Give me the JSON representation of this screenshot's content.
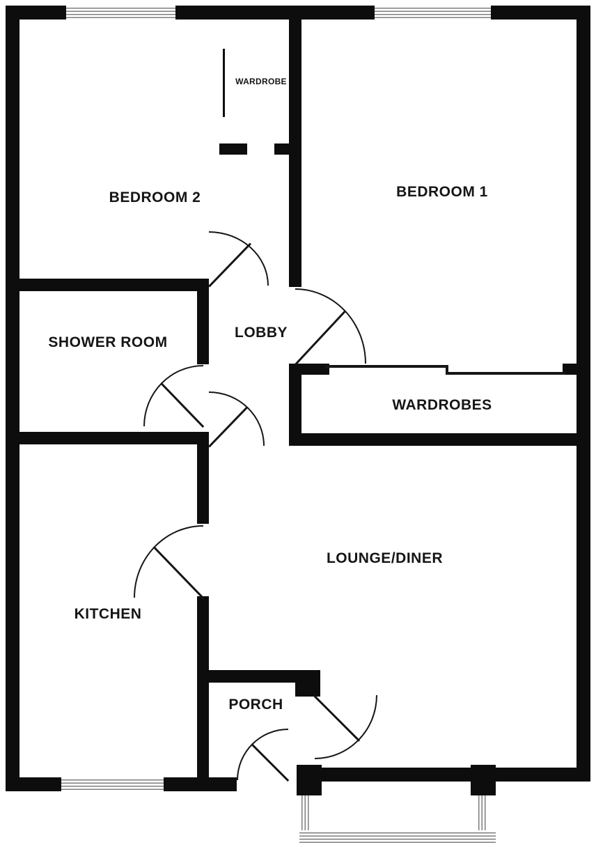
{
  "floorplan": {
    "rooms": {
      "bedroom2": {
        "label": "BEDROOM 2"
      },
      "bedroom1": {
        "label": "BEDROOM 1"
      },
      "wardrobe": {
        "label": "WARDROBE"
      },
      "lobby": {
        "label": "LOBBY"
      },
      "shower_room": {
        "label": "SHOWER ROOM"
      },
      "wardrobes": {
        "label": "WARDROBES"
      },
      "kitchen": {
        "label": "KITCHEN"
      },
      "lounge_diner": {
        "label": "LOUNGE/DINER"
      },
      "porch": {
        "label": "PORCH"
      }
    },
    "colors": {
      "wall": "#0d0d0d",
      "background": "#ffffff",
      "window-line": "#7d7d7d",
      "text": "#151515"
    }
  }
}
